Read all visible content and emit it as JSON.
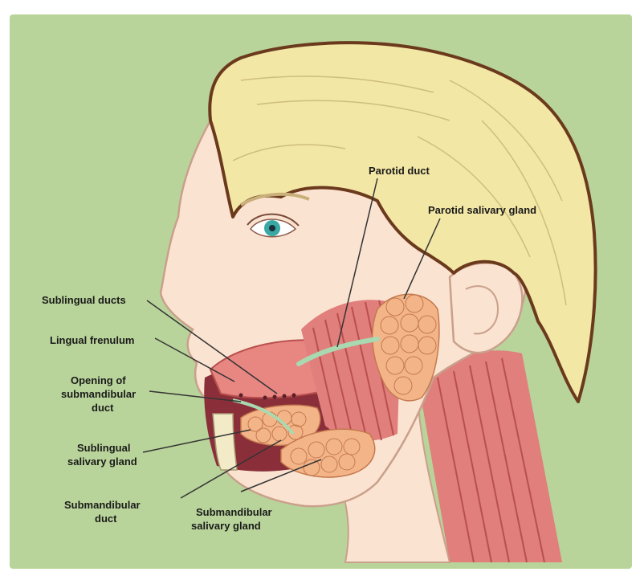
{
  "colors": {
    "background": "#b9d49a",
    "hair": "#f3e7a6",
    "hair_outline": "#6b3a1d",
    "skin": "#fbe3d1",
    "skin_outline": "#c9a08c",
    "muscle": "#e07f7c",
    "gland": "#f3b588",
    "duct": "#a9d9b0",
    "iris": "#3aa8a3",
    "tongue": "#e88682",
    "bone": "#f3ebc8",
    "leader_line": "#333333"
  },
  "labels": {
    "parotid_duct": "Parotid duct",
    "parotid_gland": "Parotid salivary gland",
    "sublingual_ducts": "Sublingual ducts",
    "lingual_frenulum": "Lingual frenulum",
    "opening_line1": "Opening of",
    "opening_line2": "submandibular",
    "opening_line3": "duct",
    "sublingual_gland_line1": "Sublingual",
    "sublingual_gland_line2": "salivary gland",
    "submandibular_duct_line1": "Submandibular",
    "submandibular_duct_line2": "duct",
    "submandibular_gland_line1": "Submandibular",
    "submandibular_gland_line2": "salivary gland"
  },
  "icons": {
    "head": "head-profile-icon",
    "eye": "eye-icon",
    "ear": "ear-icon"
  }
}
